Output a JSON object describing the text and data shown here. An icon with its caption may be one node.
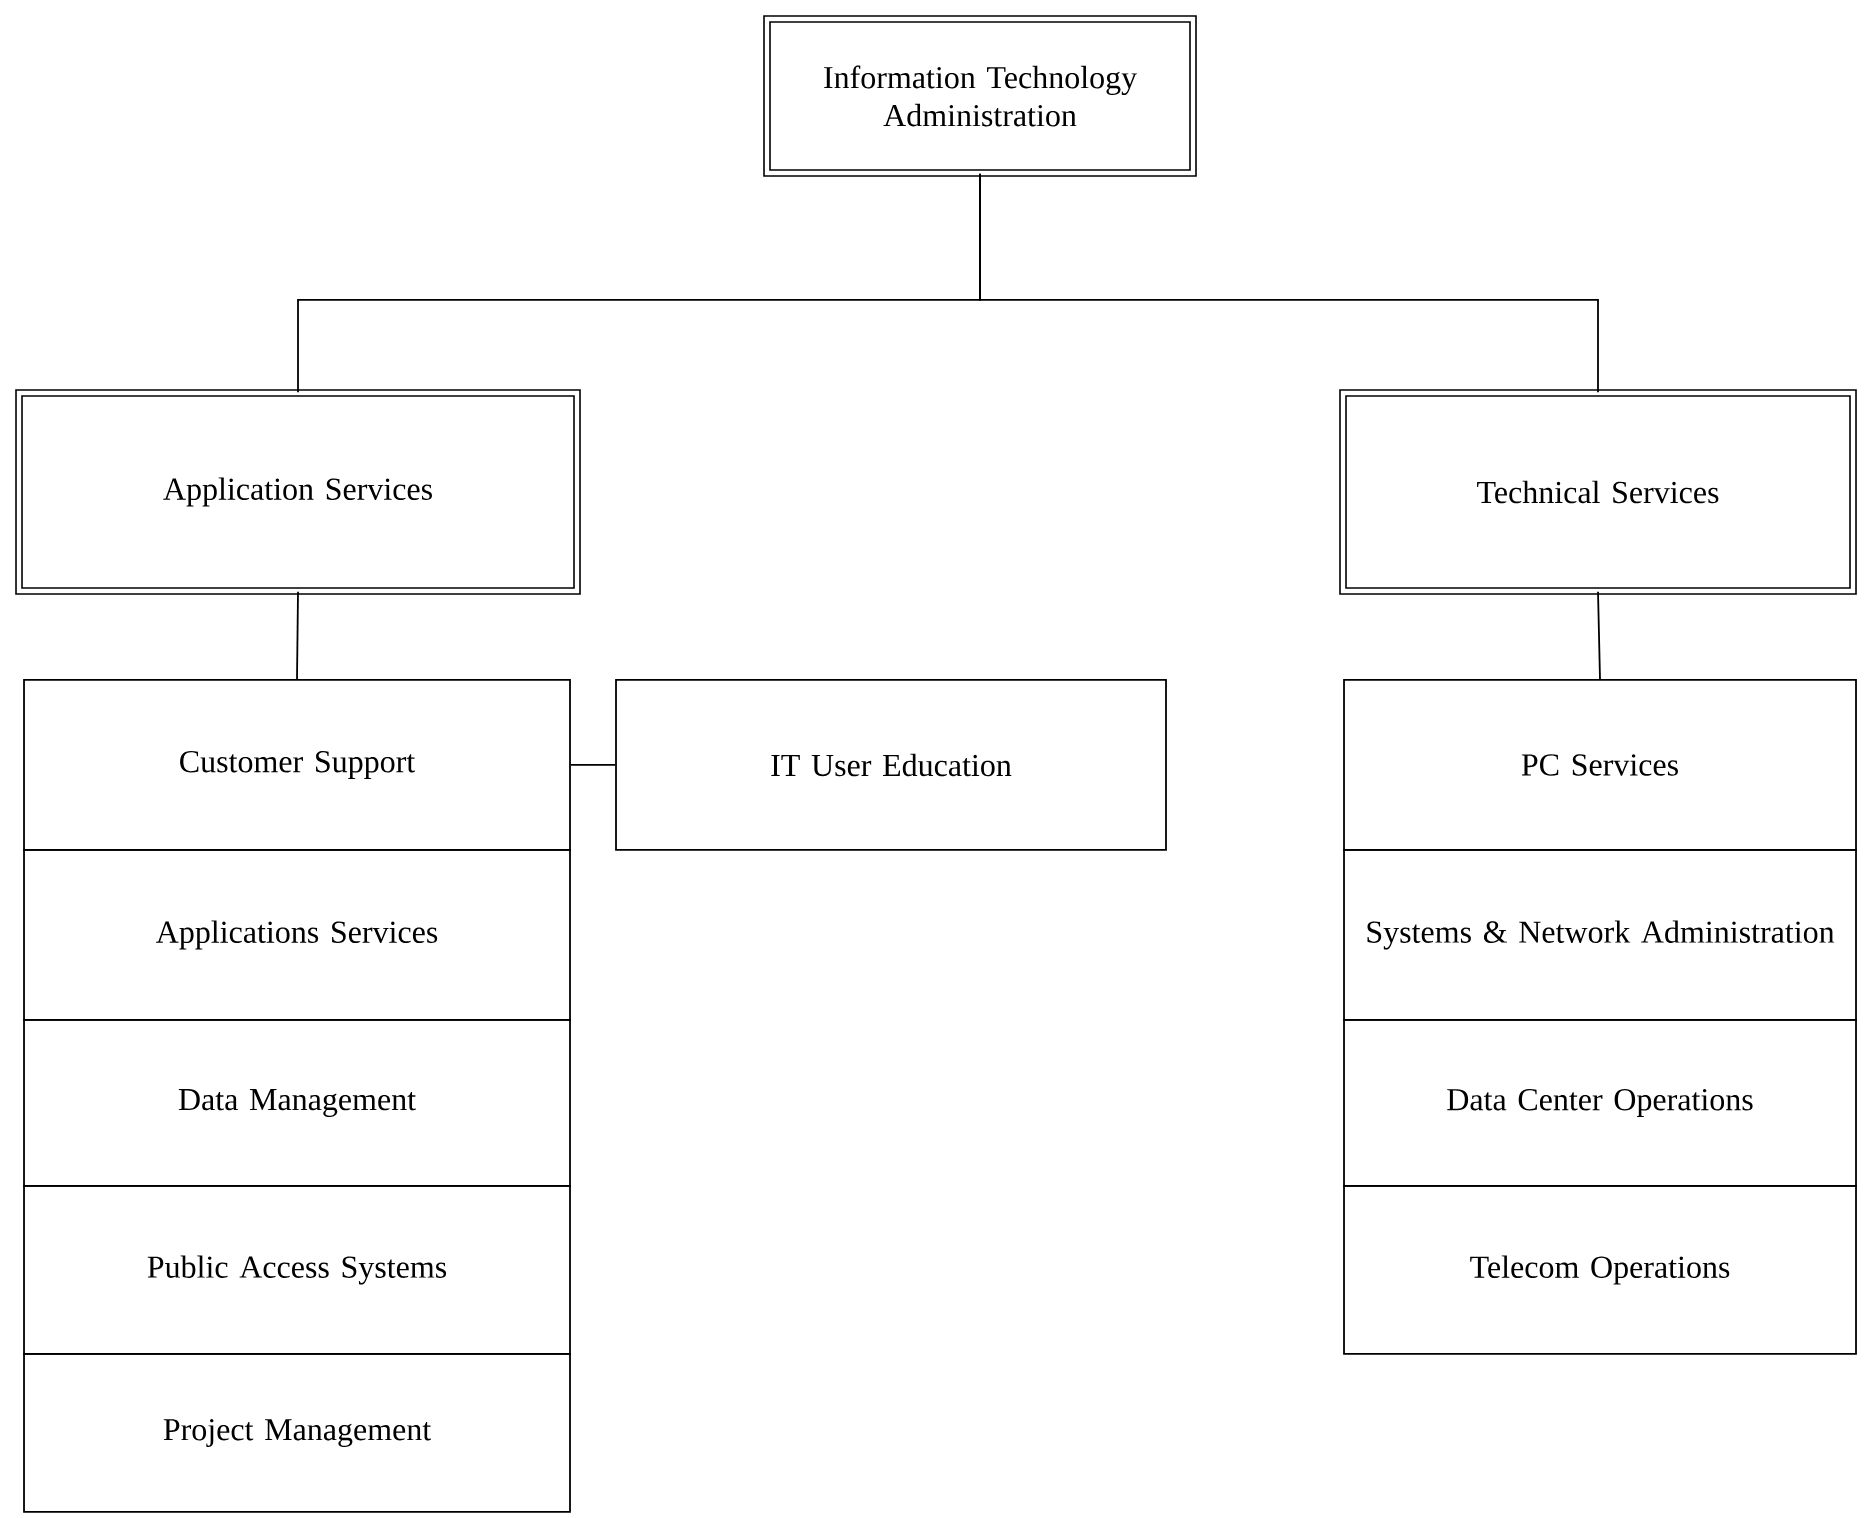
{
  "diagram": {
    "nodes": [
      {
        "text": [
          "Information Technology Administration"
        ]
      },
      {
        "text": [
          "Application Services"
        ]
      },
      {
        "text": [
          "Technical Services"
        ]
      },
      {
        "text": [
          "Customer Support"
        ]
      },
      {
        "text": [
          "Applications Services"
        ]
      },
      {
        "text": [
          "Data Management"
        ]
      },
      {
        "text": [
          "Public Access Systems"
        ]
      },
      {
        "text": [
          "Project Management"
        ]
      },
      {
        "text": [
          "IT User Education"
        ]
      },
      {
        "text": [
          "PC Services"
        ]
      },
      {
        "text": [
          "Systems & Network Administration"
        ]
      },
      {
        "text": [
          "Data Center Operations"
        ]
      },
      {
        "text": [
          "Telecom Operations"
        ]
      }
    ],
    "edges": [
      {
        "from": 0,
        "to": 1,
        "arrow": "none"
      },
      {
        "from": 0,
        "to": 2,
        "arrow": "none"
      },
      {
        "from": 1,
        "to": 3,
        "arrow": "none"
      },
      {
        "from": 2,
        "to": 9,
        "arrow": "none"
      },
      {
        "from": 3,
        "to": 8,
        "arrow": "none"
      }
    ]
  }
}
